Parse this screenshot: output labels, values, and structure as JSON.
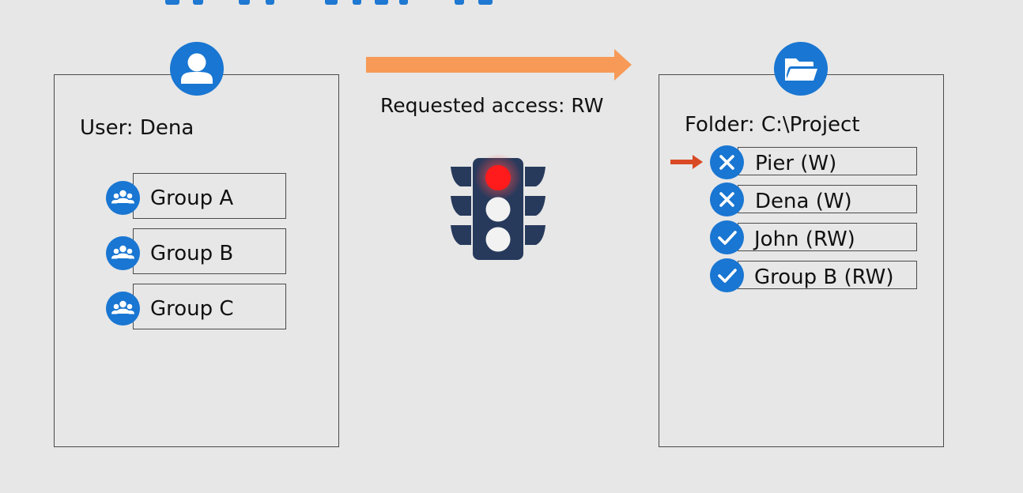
{
  "request": {
    "label": "Requested access: RW"
  },
  "user_panel": {
    "title": "User: Dena",
    "icon": "user-icon",
    "groups": [
      {
        "label": "Group A",
        "icon": "group-icon"
      },
      {
        "label": "Group B",
        "icon": "group-icon"
      },
      {
        "label": "Group C",
        "icon": "group-icon"
      }
    ]
  },
  "folder_panel": {
    "title": "Folder: C:\\Project",
    "icon": "folder-icon",
    "acl": [
      {
        "label": "Pier (W)",
        "status": "deny",
        "icon": "x-icon",
        "highlighted": true
      },
      {
        "label": "Dena (W)",
        "status": "deny",
        "icon": "x-icon",
        "highlighted": false
      },
      {
        "label": "John (RW)",
        "status": "allow",
        "icon": "check-icon",
        "highlighted": false
      },
      {
        "label": "Group B (RW)",
        "status": "allow",
        "icon": "check-icon",
        "highlighted": false
      }
    ]
  },
  "traffic_light": {
    "active": "red",
    "icon": "traffic-light-icon"
  },
  "colors": {
    "accent_blue": "#1976d2",
    "arrow_orange": "#f79a57",
    "pointer_red": "#d94a24",
    "light_red": "#ff1b1b",
    "light_body": "#273a5c"
  }
}
